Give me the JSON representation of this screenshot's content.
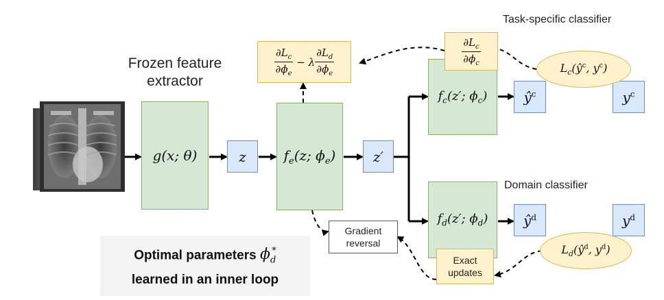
{
  "labels": {
    "frozen_line1": "Frozen feature",
    "frozen_line2": "extractor",
    "task_classifier": "Task-specific classifier",
    "domain_classifier": "Domain classifier",
    "gradient_reversal_line1": "Gradient",
    "gradient_reversal_line2": "reversal",
    "exact_updates_line1": "Exact",
    "exact_updates_line2": "updates",
    "optimal_line1": "Optimal parameters",
    "optimal_line2": "learned in an inner loop"
  },
  "math": {
    "g": "g(x; θ)",
    "z": "z",
    "fe_f": "f",
    "fe_sub": "e",
    "fe_args": "(z; ϕ",
    "fe_end": ")",
    "zprime": "z′",
    "fc_f": "f",
    "fc_sub": "c",
    "fc_args": "(z′; ϕ",
    "fc_end": ")",
    "fd_f": "f",
    "fd_sub": "d",
    "fd_args": "(z′; ϕ",
    "fd_end": ")",
    "yhat": "ŷ",
    "y": "y",
    "sup_c": "c",
    "sup_d": "d",
    "partial_L": "∂L",
    "partial_phi": "∂ϕ",
    "minus_lambda": " − λ",
    "sub_c": "c",
    "sub_d": "d",
    "sub_e": "e",
    "Lc_L": "L",
    "Lc_sub": "c",
    "Lc_args_open": "(",
    "Lc_mid": ", ",
    "Lc_close": ")",
    "phi_star": "ϕ",
    "star": "*"
  }
}
